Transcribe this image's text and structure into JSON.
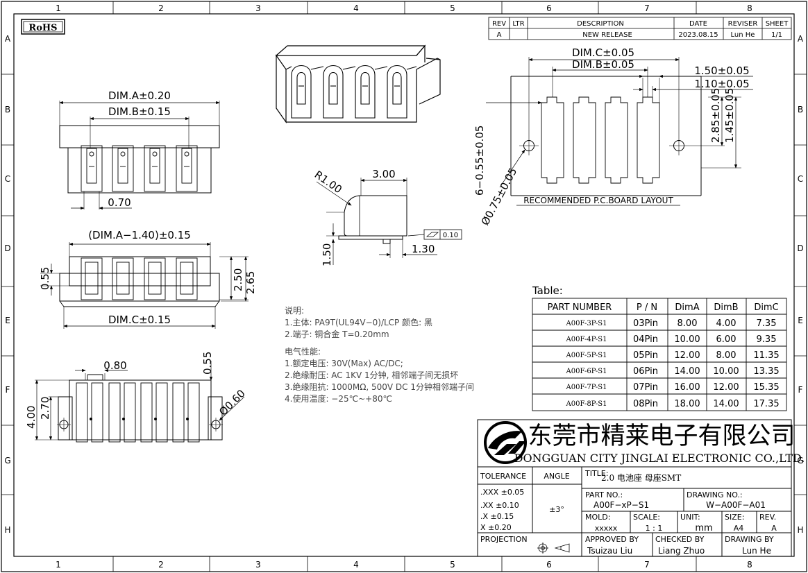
{
  "frame": {
    "cols": [
      "1",
      "2",
      "3",
      "4",
      "5",
      "6",
      "7",
      "8"
    ],
    "rows": [
      "A",
      "B",
      "C",
      "D",
      "E",
      "F",
      "G",
      "H"
    ]
  },
  "rohs": "RoHS",
  "revision": {
    "headers": [
      "REV",
      "LTR",
      "DESCRIPTION",
      "DATE",
      "REVISER",
      "SHEET"
    ],
    "row": [
      "A",
      "",
      "NEW RELEASE",
      "2023.08.15",
      "Lun He",
      "1/1"
    ]
  },
  "dims": {
    "dim_a_020": "DIM.A±0.20",
    "dim_b_015": "DIM.B±0.15",
    "d070": "0.70",
    "dim_a_minus": "(DIM.A−1.40)±0.15",
    "d055_left": "0.55",
    "d250": "2.50",
    "d265": "2.65",
    "dim_c_015": "DIM.C±0.15",
    "d080": "0.80",
    "d055_bottom": "0.55",
    "d400": "4.00",
    "d270": "2.70",
    "d060": "Ø0.60",
    "d300": "3.00",
    "r100": "R1.00",
    "d150": "1.50",
    "d130": "1.30",
    "flat_val": "0.10",
    "pcb_dim_c": "DIM.C±0.05",
    "pcb_dim_b": "DIM.B±0.05",
    "pcb_150": "1.50±0.05",
    "pcb_110": "1.10±0.05",
    "pcb_285": "2.85±0.05",
    "pcb_145": "1.45±0.05",
    "pcb_6x055": "6−0.55±0.05",
    "pcb_075": "Ø0.75±0.05",
    "pcb_caption": "RECOMMENDED P.C.BOARD LAYOUT"
  },
  "notes": {
    "title": "说明:",
    "lines": [
      "1.主体: PA9T(UL94V−0)/LCP 颜色: 黑",
      "2.端子: 铜合金 T=0.20mm"
    ],
    "elec_title": "电气性能:",
    "elec_lines": [
      "1.额定电压: 30V(Max) AC/DC;",
      "2.绝缘耐压: AC 1KV 1分钟, 相邻端子间无损坏",
      "3.绝缘阻抗: 1000MΩ, 500V DC 1分钟相邻端子间",
      "4.使用温度: −25℃~+80℃"
    ]
  },
  "table": {
    "label": "Table:",
    "headers": [
      "PART NUMBER",
      "P / N",
      "DimA",
      "DimB",
      "DimC"
    ],
    "rows": [
      [
        "A00F-3P-S1",
        "03Pin",
        "8.00",
        "4.00",
        "7.35"
      ],
      [
        "A00F-4P-S1",
        "04Pin",
        "10.00",
        "6.00",
        "9.35"
      ],
      [
        "A00F-5P-S1",
        "05Pin",
        "12.00",
        "8.00",
        "11.35"
      ],
      [
        "A00F-6P-S1",
        "06Pin",
        "14.00",
        "10.00",
        "13.35"
      ],
      [
        "A00F-7P-S1",
        "07Pin",
        "16.00",
        "12.00",
        "15.35"
      ],
      [
        "A00F-8P-S1",
        "08Pin",
        "18.00",
        "14.00",
        "17.35"
      ]
    ]
  },
  "titleblock": {
    "company_cn": "东莞市精莱电子有限公司",
    "company_en": "DONGGUAN CITY JINGLAI ELECTRONIC CO.,LTD.",
    "tolerance": "TOLERANCE",
    "angle": "ANGLE",
    "title_label": "TITLE:",
    "title_value": "2.0 电池座 母座SMT",
    "tol_lines": [
      ".XXX ±0.05",
      ".XX  ±0.10",
      ".X   ±0.15",
      "X    ±0.20"
    ],
    "angle_value": "±3°",
    "part_no_label": "PART NO.:",
    "part_no": "A00F−xP−S1",
    "drawing_no_label": "DRAWING NO.:",
    "drawing_no": "W−A00F−A01",
    "mold_label": "MOLD:",
    "mold": "xxxxx",
    "scale_label": "SCALE:",
    "scale": "1 : 1",
    "unit_label": "UNIT:",
    "unit": "mm",
    "size_label": "SIZE:",
    "size": "A4",
    "rev_label": "REV.",
    "rev": "A",
    "projection": "PROJECTION",
    "approved_label": "APPROVED BY",
    "approved": "Tsuizau Liu",
    "checked_label": "CHECKED BY",
    "checked": "Liang Zhuo",
    "drawing_by_label": "DRAWING BY",
    "drawing_by": "Lun He"
  }
}
